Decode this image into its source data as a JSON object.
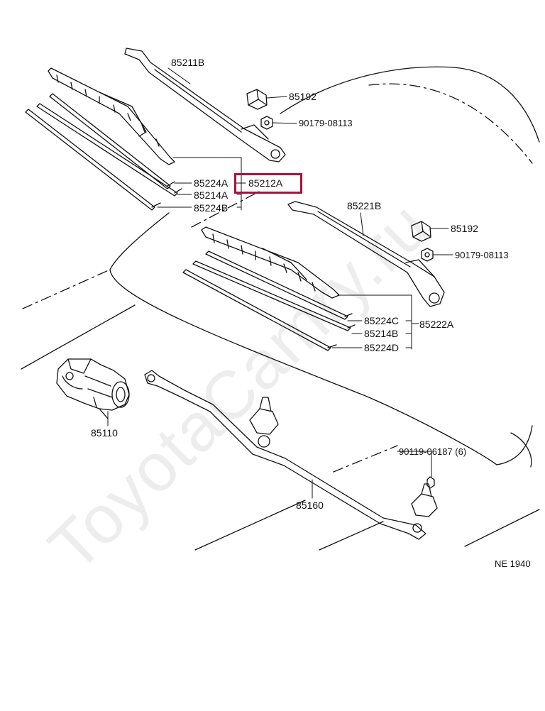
{
  "watermark": "ToyotaCamry.ru",
  "figure_code": "NE 1940",
  "highlight_color": "#a8123a",
  "labels": {
    "p85211B": "85211B",
    "p85192_a": "85192",
    "p90179_a": "90179-08113",
    "p85224A": "85224A",
    "p85212A": "85212A",
    "p85214A": "85214A",
    "p85224B": "85224B",
    "p85221B": "85221B",
    "p85192_b": "85192",
    "p90179_b": "90179-08113",
    "p85224C": "85224C",
    "p85222A": "85222A",
    "p85214B": "85214B",
    "p85224D": "85224D",
    "p85110": "85110",
    "p90119": "90119-06187 (6)",
    "p85160": "85160"
  }
}
